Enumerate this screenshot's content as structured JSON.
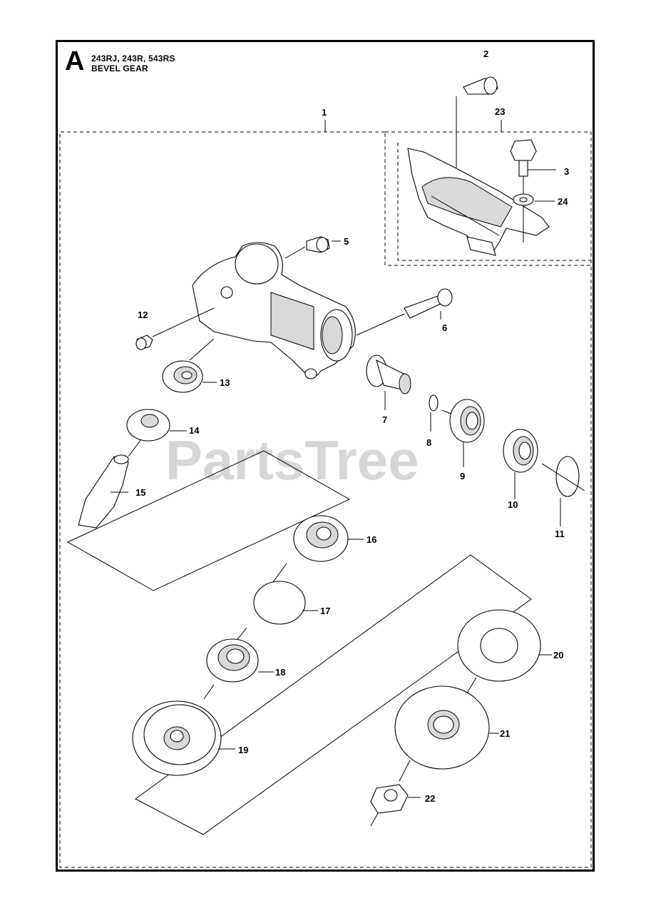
{
  "header": {
    "section_letter": "A",
    "models": "243RJ, 243R, 543RS",
    "title": "BEVEL GEAR"
  },
  "watermark": "PartsTree",
  "callouts": [
    "1",
    "2",
    "3",
    "5",
    "6",
    "7",
    "8",
    "9",
    "10",
    "11",
    "12",
    "13",
    "14",
    "15",
    "16",
    "17",
    "18",
    "19",
    "20",
    "21",
    "22",
    "23",
    "24"
  ]
}
